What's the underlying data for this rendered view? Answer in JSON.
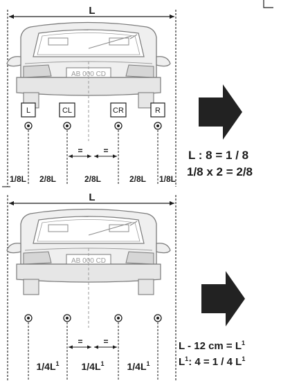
{
  "top": {
    "width_label": "L",
    "plate_text": "AB 000 CD",
    "sensor_labels": [
      "L",
      "CL",
      "CR",
      "R"
    ],
    "equal_marks": [
      "=",
      "="
    ],
    "segment_labels": [
      "1/8L",
      "2/8L",
      "2/8L",
      "2/8L",
      "1/8L"
    ],
    "formula_line_1": "L : 8 = 1 / 8",
    "formula_line_2": "1/8 x 2 = 2/8"
  },
  "bottom": {
    "width_label": "L",
    "plate_text": "AB 000 CD",
    "equal_marks": [
      "=",
      "="
    ],
    "segment_labels": [
      "1/4L",
      "1/4L",
      "1/4L"
    ],
    "segment_superscript": "1",
    "formula_line_1_main": "L - 12 cm = L",
    "formula_line_1_sup": "1",
    "formula_line_2_pre": "L",
    "formula_line_2_sup": "1",
    "formula_line_2_post": ": 4 = 1 / 4 L",
    "formula_line_2_sup_end": "1"
  },
  "colors": {
    "ink": "#1a1a1a",
    "car_line": "#7a7a7a",
    "car_fill": "#efefef",
    "arrow": "#222222"
  }
}
